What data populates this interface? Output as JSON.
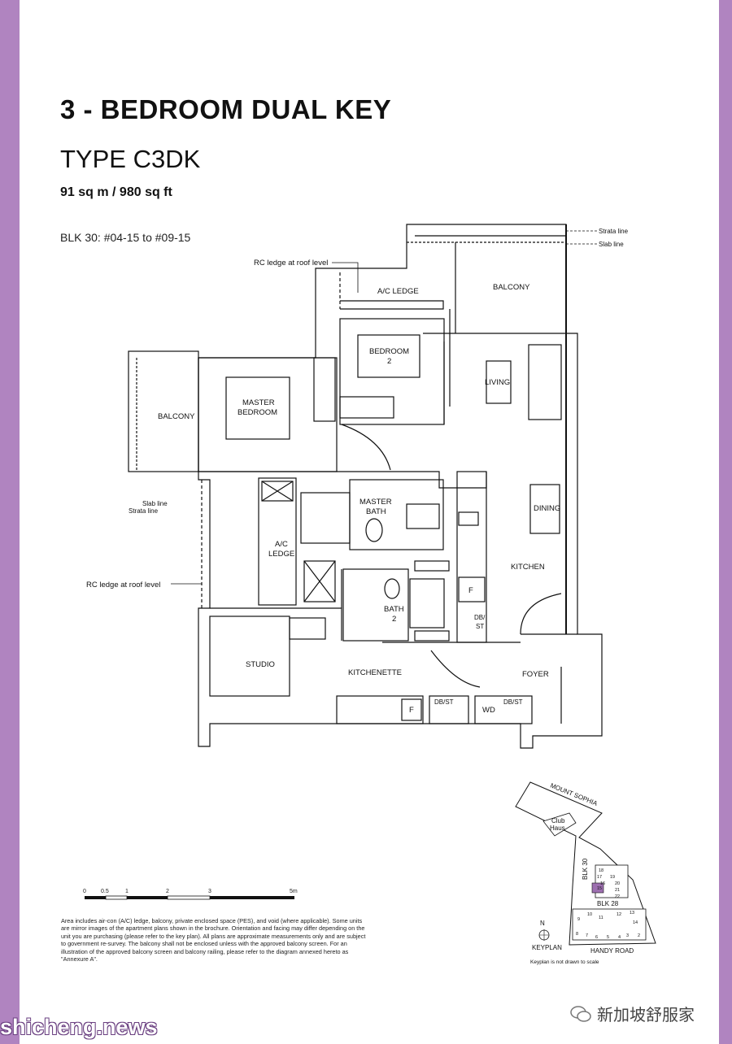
{
  "header": {
    "title": "3 - BEDROOM DUAL KEY",
    "type": "TYPE C3DK",
    "area": "91 sq m / 980 sq ft",
    "block": "BLK 30: #04-15 to #09-15"
  },
  "plan_labels": {
    "strata_line_top": "Strata line",
    "slab_line_top": "Slab line",
    "rc_ledge_top": "RC ledge at roof level",
    "ac_ledge_top": "A/C LEDGE",
    "balcony_top": "BALCONY",
    "bedroom2_a": "BEDROOM",
    "bedroom2_b": "2",
    "living": "LIVING",
    "balcony_left": "BALCONY",
    "master_bedroom_a": "MASTER",
    "master_bedroom_b": "BEDROOM",
    "slab_line_left": "Slab line",
    "strata_line_left": "Strata line",
    "master_bath_a": "MASTER",
    "master_bath_b": "BATH",
    "dining": "DINING",
    "ac_ledge_mid_a": "A/C",
    "ac_ledge_mid_b": "LEDGE",
    "kitchen": "KITCHEN",
    "rc_ledge_left": "RC ledge at roof level",
    "bath2_a": "BATH",
    "bath2_b": "2",
    "fridge_kitchen": "F",
    "dbst_kitchen_a": "DB/",
    "dbst_kitchen_b": "ST",
    "studio": "STUDIO",
    "kitchenette": "KITCHENETTE",
    "foyer": "FOYER",
    "fridge_kitchenette": "F",
    "dbst_kitchenette": "DB/ST",
    "wd": "WD",
    "dbst_foyer": "DB/ST"
  },
  "keyplan": {
    "road_top": "MOUNT SOPHIA",
    "clubhouse_a": "Club",
    "clubhouse_b": "Haus",
    "blk30": "BLK 30",
    "blk28": "BLK 28",
    "road_bottom": "HANDY ROAD",
    "north": "N",
    "caption": "KEYPLAN",
    "note": "Keyplan is not drawn to scale",
    "units": [
      "18",
      "17",
      "19",
      "16",
      "20",
      "21",
      "15",
      "22",
      "10",
      "11",
      "12",
      "13",
      "9",
      "14",
      "8",
      "7",
      "6",
      "5",
      "4",
      "3",
      "2"
    ],
    "highlight": "15",
    "highlight_color": "#9d6fb0"
  },
  "scale_bar": {
    "ticks": [
      "0",
      "0.5",
      "1",
      "2",
      "3",
      "5m"
    ]
  },
  "disclaimer": "Area includes air-con (A/C) ledge, balcony, private enclosed space (PES), and void (where applicable). Some units are mirror images of the apartment plans shown in the brochure. Orientation and facing may differ depending on the unit you are purchasing (please refer to the key plan). All plans are approximate measurements only and are subject to government re-survey. The balcony shall not be enclosed unless with the approved balcony screen. For an illustration of the approved balcony screen and balcony railing, please refer to the diagram annexed hereto as \"Annexure A\".",
  "watermarks": {
    "left": "shicheng.news",
    "right": "新加坡舒服家"
  },
  "colors": {
    "frame": "#b084c0",
    "highlight": "#9d6fb0"
  }
}
